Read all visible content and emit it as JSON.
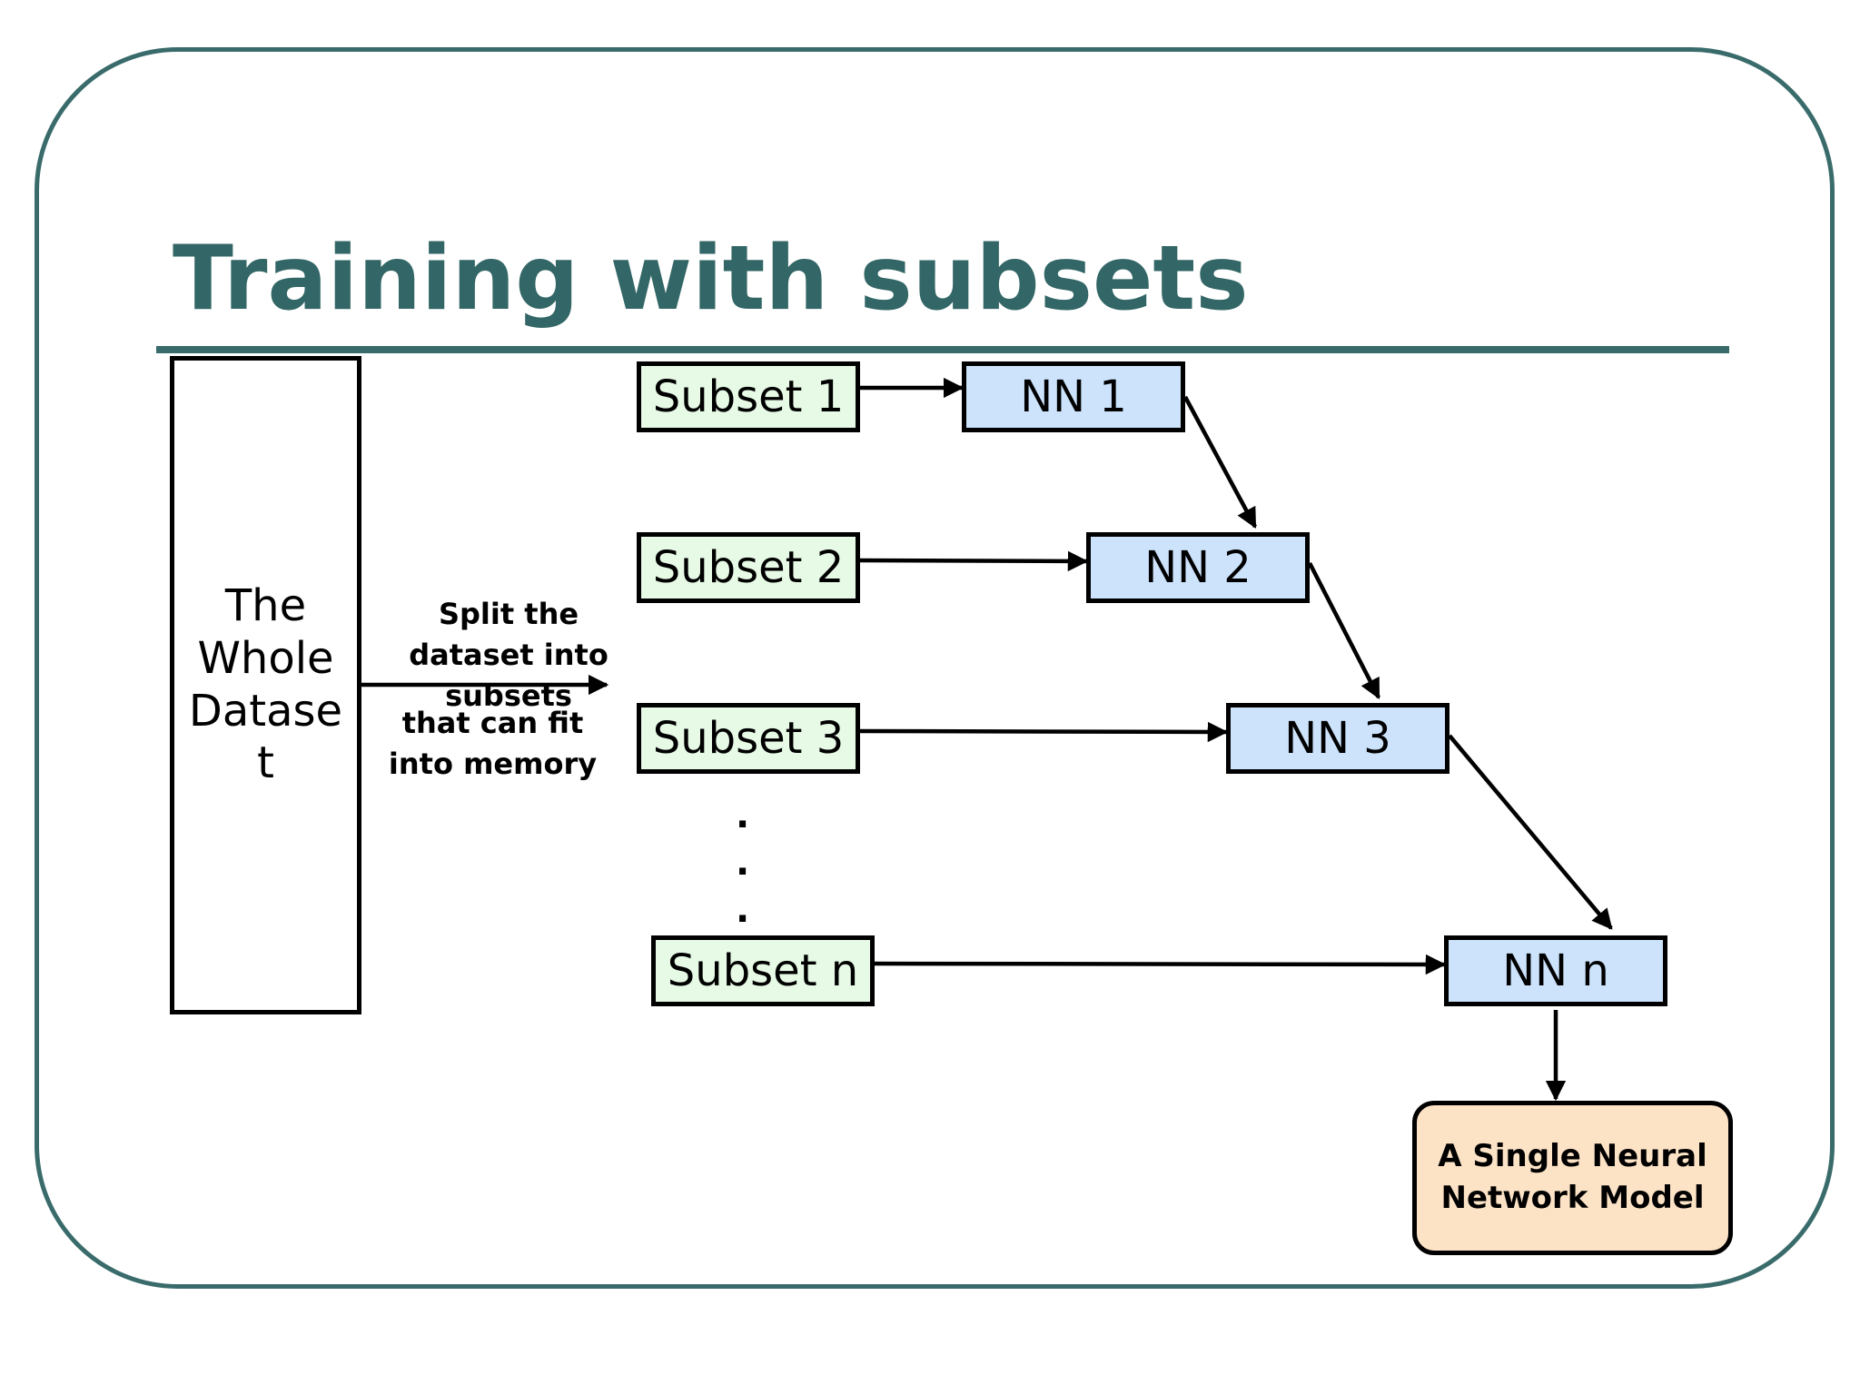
{
  "title": "Training with subsets",
  "dataset_label": "The Whole Dataset",
  "split_label_top": "Split the dataset into subsets",
  "split_label_bottom": "that can fit into memory",
  "subsets": [
    "Subset 1",
    "Subset 2",
    "Subset 3",
    "Subset n"
  ],
  "networks": [
    "NN 1",
    "NN 2",
    "NN 3",
    "NN n"
  ],
  "ellipsis": [
    ".",
    ".",
    "."
  ],
  "model_label": "A Single Neural Network Model",
  "colors": {
    "title": "#336666",
    "frame": "#3a6b6b",
    "subset_fill": "#e6fae6",
    "nn_fill": "#cce3fb",
    "model_fill": "#fde3c6"
  }
}
